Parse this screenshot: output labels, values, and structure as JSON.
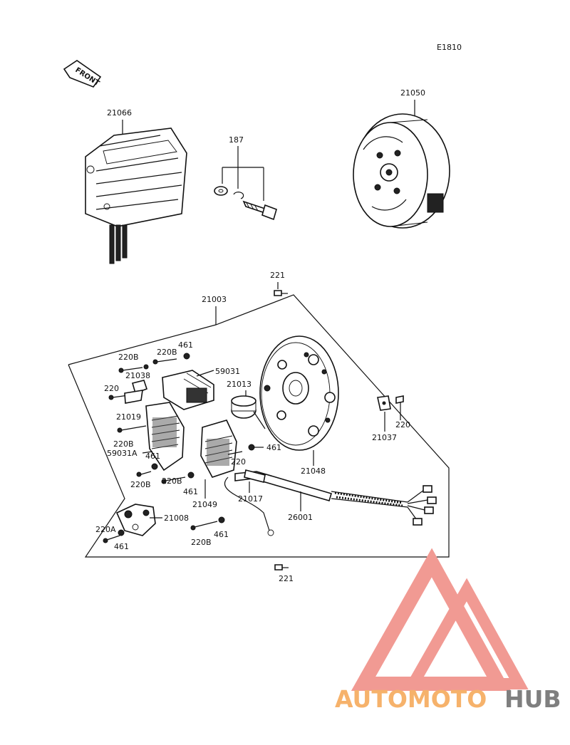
{
  "diagram_code": "E1810",
  "front_label": "FRONT",
  "parts": {
    "regulator": "21066",
    "bolt_set": "187",
    "rotor": "21050",
    "screw_top": "221",
    "stator_assembly": "21003",
    "screw_220b_a": "220B",
    "screw_220b_b": "220B",
    "washer_461_a": "461",
    "coil_59031": "59031",
    "bracket_21038": "21038",
    "screw_220_left": "220",
    "clamp_21019": "21019",
    "condenser": "21013",
    "screw_220b_c": "220B",
    "coil_59031a": "59031A",
    "washer_461_b": "461",
    "screw_220b_d": "220B",
    "washer_461_c": "461",
    "screw_220b_e": "220B",
    "screw_220_mid": "220",
    "washer_461_d": "461",
    "stator_plate": "21048",
    "clip_21037": "21037",
    "screw_220_right": "220",
    "coil_21049": "21049",
    "grommet_21017": "21017",
    "pickup_21008": "21008",
    "screw_220a": "220A",
    "washer_461_e": "461",
    "screw_220b_f": "220B",
    "washer_461_f": "461",
    "harness": "26001",
    "screw_bottom": "221"
  },
  "watermark": {
    "text_a": "AUTOMOTO",
    "text_b": "HUB",
    "color_a": "#f6b26b",
    "color_b": "#7f7f7f",
    "triangle_color": "#f19a93"
  }
}
